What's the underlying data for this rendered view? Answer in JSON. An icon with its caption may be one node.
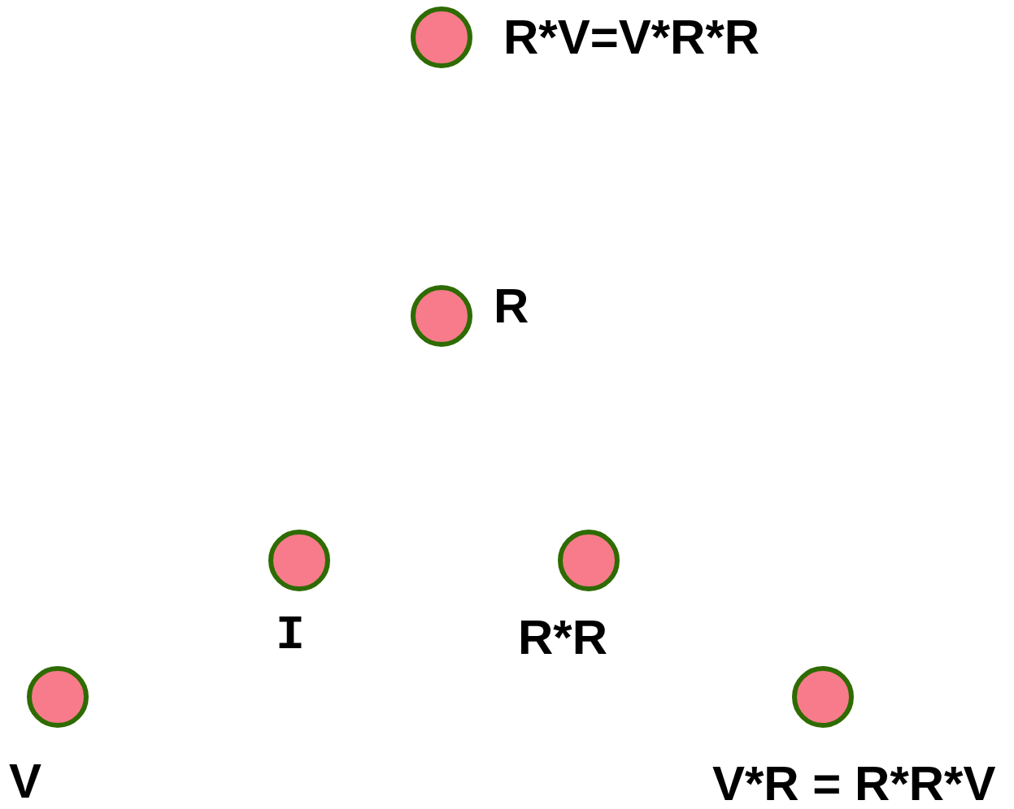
{
  "diagram": {
    "nodes": [
      {
        "text": [],
        "shape": "circle",
        "beside": [
          "R*V=V*R*R"
        ]
      },
      {
        "text": [],
        "shape": "circle",
        "beside": [
          "R"
        ]
      },
      {
        "text": [],
        "shape": "circle",
        "beside": [
          "I"
        ]
      },
      {
        "text": [],
        "shape": "circle",
        "beside": [
          "R*R"
        ]
      },
      {
        "text": [],
        "shape": "circle",
        "beside": [
          "V"
        ]
      },
      {
        "text": [],
        "shape": "circle",
        "beside": [
          "V*R = R*R*V"
        ]
      }
    ]
  }
}
